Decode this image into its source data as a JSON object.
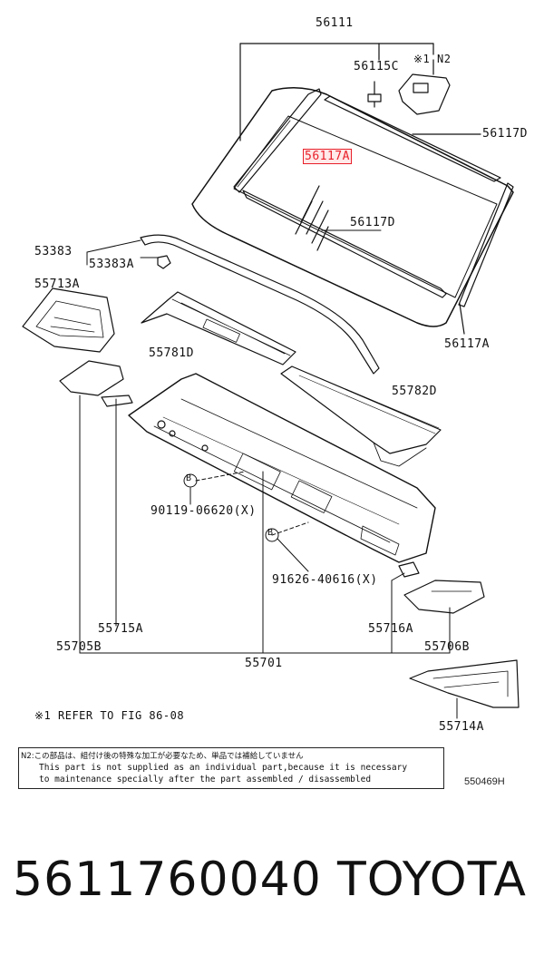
{
  "labels": {
    "l56111": "56111",
    "l56115C": "56115C",
    "l_n2": "※1 N2",
    "l56117D_top": "56117D",
    "l56117A_hl": "56117A",
    "l56117D_mid": "56117D",
    "l53383": "53383",
    "l53383A": "53383A",
    "l55713A": "55713A",
    "l56117A_right": "56117A",
    "l55781D": "55781D",
    "l55782D": "55782D",
    "l90119": "90119-06620(X)",
    "l91626": "91626-40616(X)",
    "l55715A": "55715A",
    "l55705B": "55705B",
    "l55716A": "55716A",
    "l55706B": "55706B",
    "l55701": "55701",
    "l55714A": "55714A",
    "b1": "B",
    "b2": "B"
  },
  "notes": {
    "refer": "※1 REFER TO FIG 86-08",
    "n2_line1": "N2:この部品は、組付け後の特殊な加工が必要なため、単品では補給していません",
    "n2_line2": "This part is not supplied as an individual part,because it is necessary",
    "n2_line3": "to maintenance specially after the part assembled / disassembled",
    "catalog_code": "550469H"
  },
  "footer": {
    "part_number": "5611760040",
    "brand": "TOYOTA"
  },
  "colors": {
    "highlight": "#e8202a",
    "highlight_bg": "#ffe9e9",
    "line": "#111111"
  }
}
